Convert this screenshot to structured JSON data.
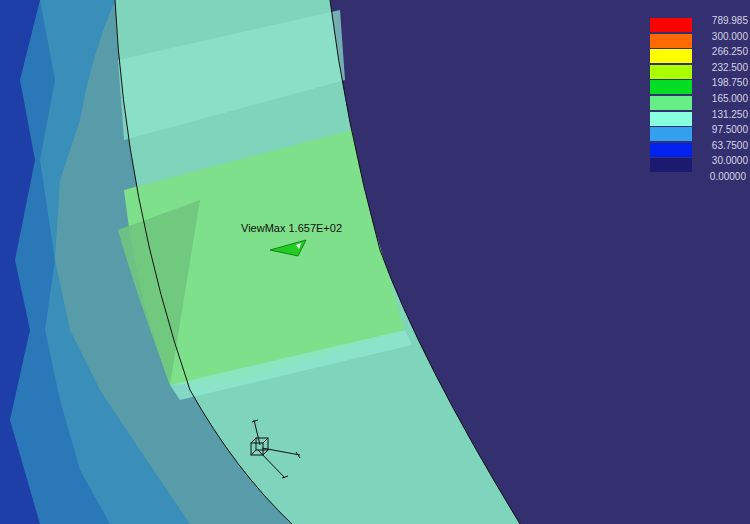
{
  "diagram": {
    "labels": [
      "ViewMax 1.657E+02",
      "0.00000"
    ],
    "legend": [
      {
        "text": "789.985",
        "color": "#ff0000"
      },
      {
        "text": "300.000",
        "color": "#ff6a00"
      },
      {
        "text": "266.250",
        "color": "#ffff00"
      },
      {
        "text": "232.500",
        "color": "#aaff00"
      },
      {
        "text": "198.750",
        "color": "#00dd22"
      },
      {
        "text": "165.000",
        "color": "#66ee88"
      },
      {
        "text": "131.250",
        "color": "#88ffdd"
      },
      {
        "text": "97.5000",
        "color": "#33a0ee"
      },
      {
        "text": "63.7500",
        "color": "#0022ee"
      },
      {
        "text": "30.0000",
        "color": "#1c1a70"
      }
    ]
  }
}
